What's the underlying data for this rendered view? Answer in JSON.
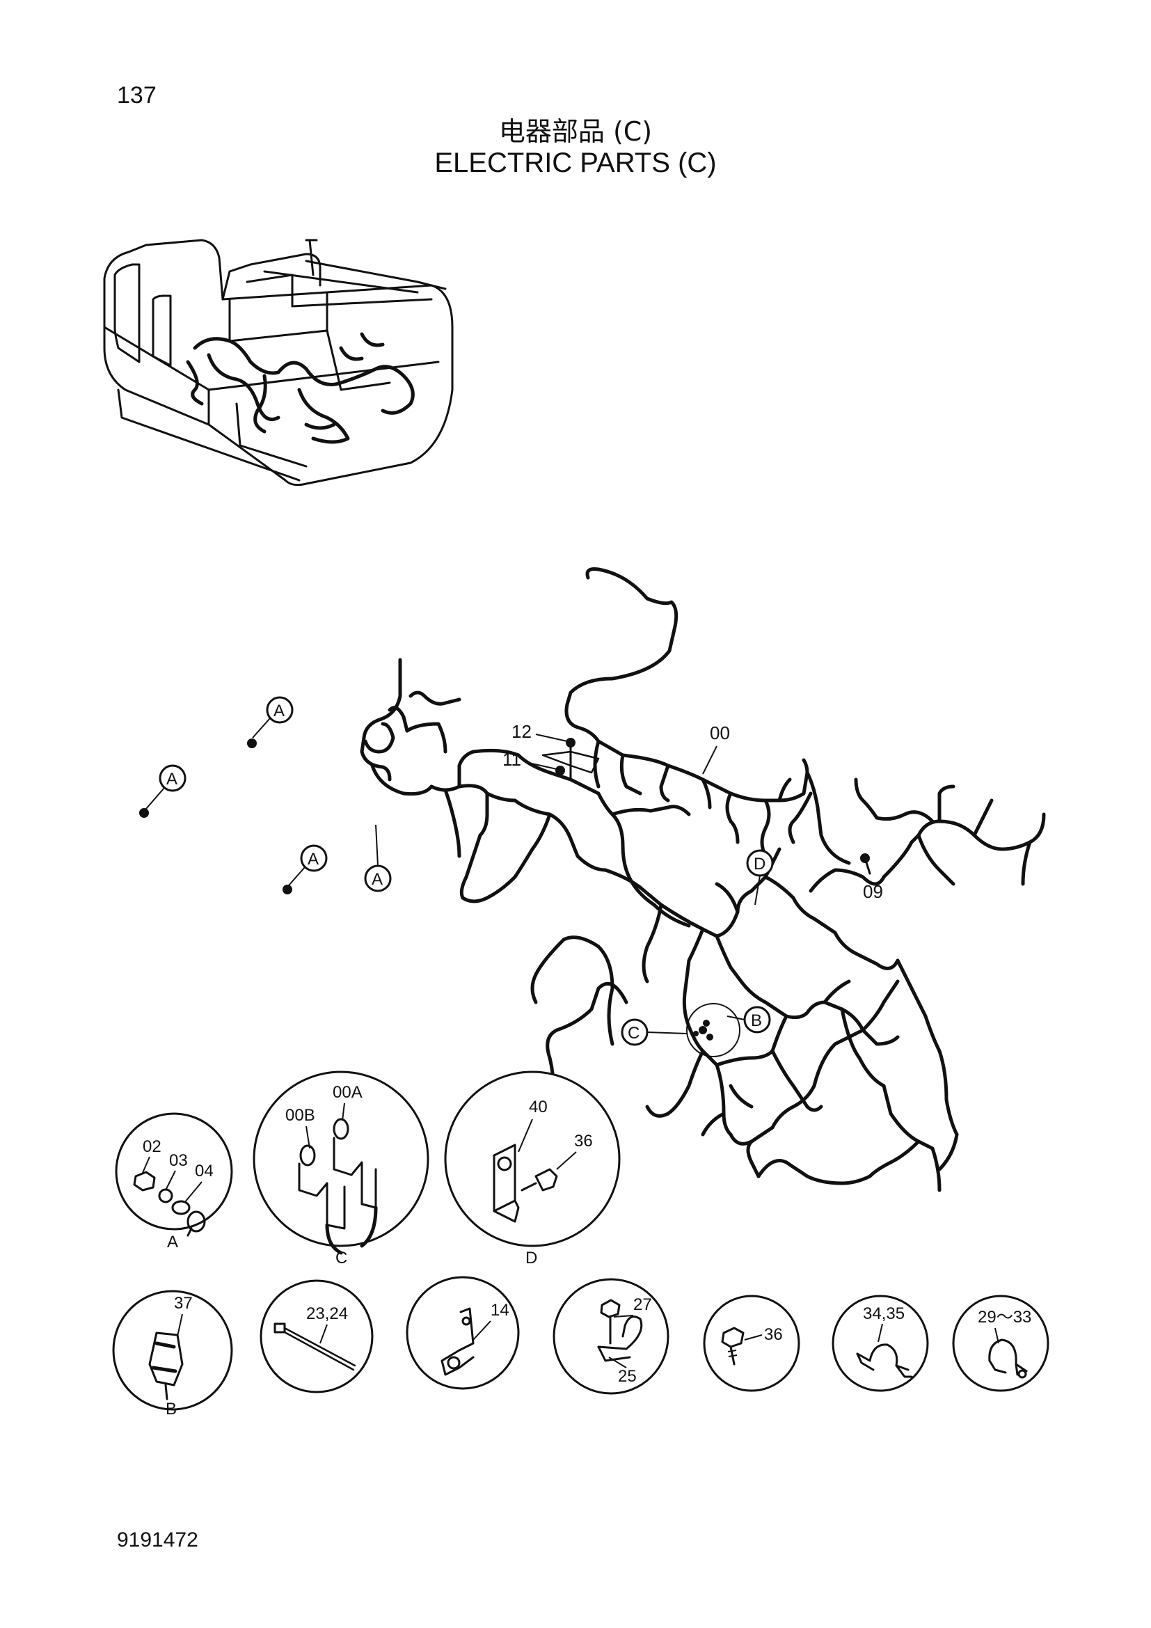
{
  "page_number": "137",
  "title_cn": "电器部品 (C)",
  "title_en": "ELECTRIC PARTS (C)",
  "doc_number": "9191472",
  "callouts": {
    "harness": "00",
    "p12": "12",
    "p11": "11",
    "p09": "09",
    "ref_a": "A",
    "ref_b": "B",
    "ref_c": "C",
    "ref_d": "D"
  },
  "details": {
    "a": {
      "caption": "A",
      "parts": [
        "02",
        "03",
        "04"
      ]
    },
    "c": {
      "caption": "C",
      "parts": [
        "00B",
        "00A"
      ]
    },
    "d": {
      "caption": "D",
      "parts": [
        "40",
        "36"
      ]
    },
    "b": {
      "caption": "B",
      "parts": [
        "37"
      ]
    },
    "tie": {
      "parts": [
        "23,24"
      ]
    },
    "bracket": {
      "parts": [
        "14"
      ]
    },
    "clip": {
      "parts": [
        "27",
        "25"
      ]
    },
    "bolt": {
      "parts": [
        "36"
      ]
    },
    "clamp1": {
      "parts": [
        "34,35"
      ]
    },
    "clamp2": {
      "parts": [
        "29～33"
      ]
    }
  }
}
